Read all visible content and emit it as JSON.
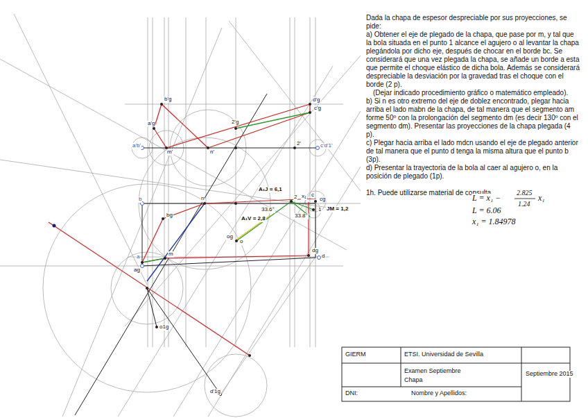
{
  "diagram": {
    "labels": [
      "Dada la chapa de espesor despreciable por sus proyecciones, se pide:",
      "a) Obtener el eje de plegado de la chapa, que pase por m, y tal que la bola situada en el punto 1 alcance el agujero o al levantar la chapa plegándola por dicho eje, después de chocar en el borde bc. Se considerará que una vez plegada la chapa, se añade un borde a esta que permite el choque elástico de dicha bola. Además se considerará despreciable la desviación por la gravedad tras el choque con el borde (2 p).",
      "(Dejar indicado procedimiento gráfico o matemático empleado).",
      "b) Si n es otro extremo del eje de doblez encontrado, plegar hacia arriba el lado mabn de la chapa, de tal manera que el segmento am forme 50º con la prolongación del segmento dm (es decir 130º con el segmento dm). Presentar las proyecciones de la chapa plegada (4 p).",
      "c) Plegar hacia arriba el lado mdcn usando el eje de plegado anterior de tal manera que el punto d tenga la misma altura que el punto b (3p).",
      "d) Presentar la trayectoria de la bola al caer al agujero o, en la posición de plegado (1p).",
      "1h. Puede utilizarse material de consulta.",
      "L = x₁ −",
      "2.825",
      "1.24",
      "x₁",
      "L = 6.06",
      "x₁ = 1.84978",
      "b'g",
      "a'g",
      "a'b'",
      "m'",
      "n'",
      "2'g",
      "2'",
      "c'd'1'",
      "d'g",
      "c'g",
      "b",
      "n",
      "A₁J = 6,1",
      "2",
      "x₁",
      "c",
      "cg",
      "JM = 1,2",
      "33.6°",
      "33.8°",
      "1",
      "A₁V = 2,8",
      "bg",
      "og",
      "o",
      "m",
      "a",
      "ag",
      "dg",
      "d",
      "o1g",
      "d'1g",
      "GIERM",
      "ETSI. Universidad de Sevilla",
      "Examen Septiembre",
      "Chapa",
      "Septiembre 2015",
      "DNI:",
      "Nombre y Apellidos:"
    ]
  }
}
